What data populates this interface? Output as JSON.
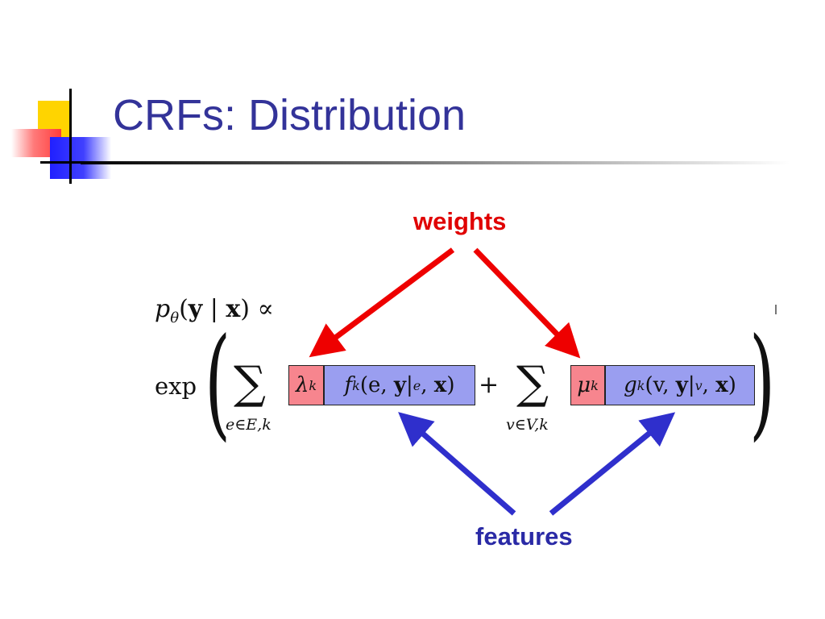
{
  "slide": {
    "title": "CRFs: Distribution"
  },
  "labels": {
    "weights": "weights",
    "features": "features"
  },
  "equation": {
    "lhs_p": "p",
    "lhs_theta": "θ",
    "lhs_rest_open": "(",
    "lhs_y": "y",
    "lhs_bar": " | ",
    "lhs_x": "x",
    "lhs_close": ")",
    "lhs_prop": " ∝",
    "exp": "exp",
    "plus": "+",
    "sum_symbol": "∑",
    "sum_left_index": "e∈E,k",
    "sum_right_index": "v∈V,k",
    "left_paren": "(",
    "right_paren": ")",
    "lambda_main": "λ",
    "lambda_sub": "k",
    "mu_main": "μ",
    "mu_sub": "k",
    "f_main": "f",
    "f_sub": "k",
    "f_args_1": "(e, ",
    "f_y": "y",
    "f_args_2": "|",
    "f_restrict_sub": "e",
    "f_args_3": ", ",
    "f_x": "x",
    "f_args_4": ")",
    "g_main": "g",
    "g_sub": "k",
    "g_args_1": "(v, ",
    "g_y": "y",
    "g_args_2": "|",
    "g_restrict_sub": "v",
    "g_args_3": ", ",
    "g_x": "x",
    "g_args_4": ")"
  },
  "colors": {
    "title": "#333399",
    "weights": "#e00000",
    "features": "#2a2aa6",
    "weight_box": "#f7858e",
    "feature_box": "#9a9ef0",
    "weight_arrow": "#ee0000",
    "feature_arrow": "#2f2fcc"
  }
}
